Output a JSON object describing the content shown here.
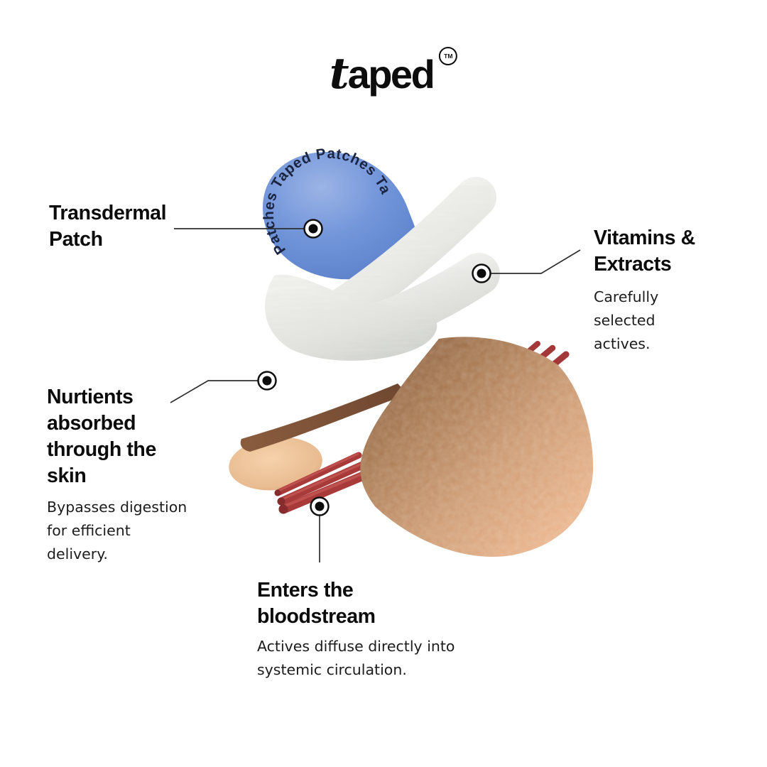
{
  "brand": {
    "logo_t": "t",
    "logo_rest": "aped",
    "trademark": "TM"
  },
  "illustration": {
    "patch_edge_label": "Patches Taped Patches Ta"
  },
  "callouts": {
    "transdermal": {
      "title": "Transdermal\nPatch"
    },
    "vitamins": {
      "title": "Vitamins &\nExtracts",
      "body": "Carefully\nselected\nactives."
    },
    "nutrients": {
      "title": "Nurtients\nabsorbed\nthrough the\nskin",
      "body": "Bypasses digestion\nfor efficient\ndelivery."
    },
    "bloodstream": {
      "title": "Enters the\nbloodstream",
      "body": "Actives diffuse directly into\nsystemic circulation."
    }
  },
  "colors": {
    "patch_blue": "#6e92d7",
    "layer_white": "#f4f4f1",
    "skin_dark": "#7e5336",
    "skin_light": "#eebd96",
    "vessel_red": "#a83a3a",
    "text": "#0c0c0c",
    "leader_line": "#2e2e2e"
  }
}
